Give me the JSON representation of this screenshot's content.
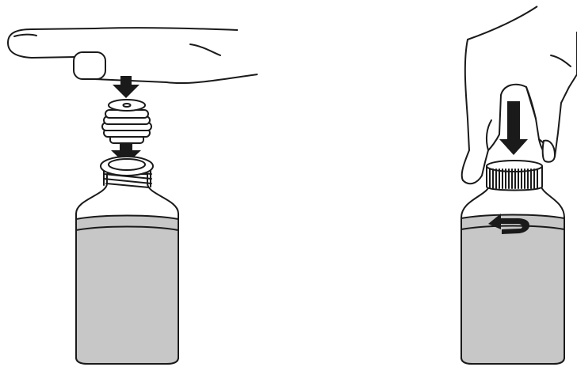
{
  "figure": {
    "panels": [
      {
        "id": "left",
        "step": "press-adapter-into-bottle-neck"
      },
      {
        "id": "right",
        "step": "push-down-and-turn-cap"
      }
    ]
  },
  "colors": {
    "background": "#ffffff",
    "line": "#1a1a1a",
    "liquid": "#c7c7c7",
    "arrow": "#1a1a1a"
  },
  "icons": {
    "down_arrow": "down-arrow-icon",
    "rotate_arrow": "rotate-arrow-icon"
  }
}
